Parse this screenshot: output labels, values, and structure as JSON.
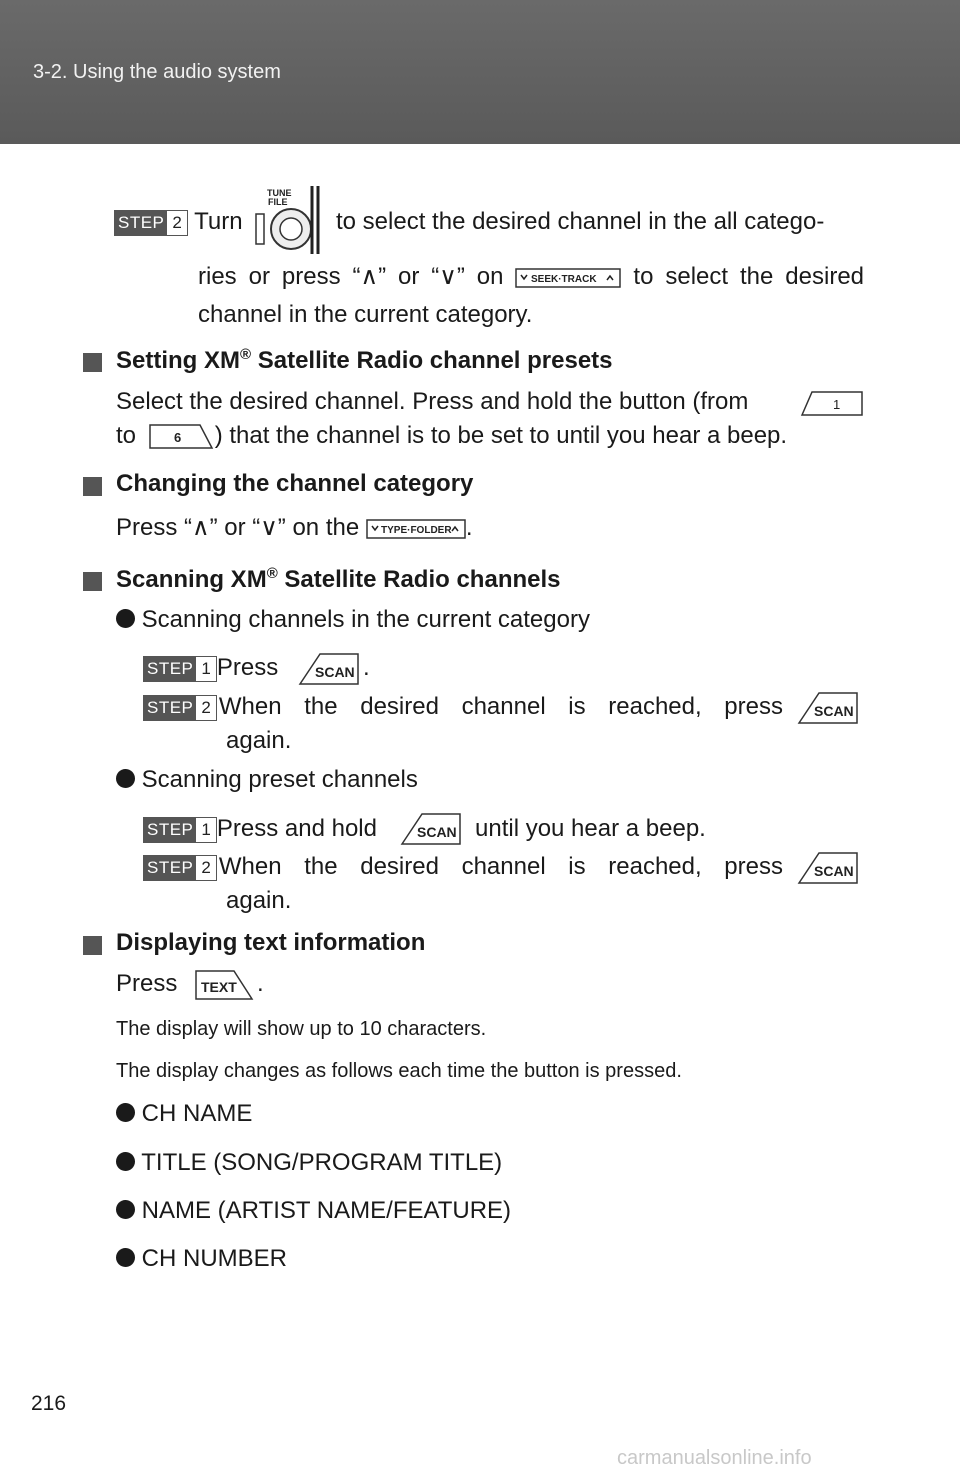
{
  "header": {
    "section": "3-2. Using the audio system"
  },
  "steps": {
    "s2_word": "STEP",
    "s2_num": "2",
    "s1_word": "STEP",
    "s1_num": "1"
  },
  "icons": {
    "tune_file": "TUNE\nFILE",
    "seek_track": "SEEK·TRACK",
    "preset_1": "1",
    "preset_6": "6",
    "type_folder": "TYPE·FOLDER",
    "scan": "SCAN",
    "text": "TEXT"
  },
  "intro": {
    "turn": "Turn",
    "line1_rest": "to select the desired channel in the all catego-",
    "line2_a": "ries or press “∧” or “∨” on",
    "line2_b": "to select the desired",
    "line3": "channel in the current category."
  },
  "presets": {
    "heading_a": "Setting XM",
    "reg": "®",
    "heading_b": " Satellite Radio channel presets",
    "line1": "Select the desired channel. Press and hold the button (from",
    "line2_a": "to",
    "line2_b": ") that the channel is to be set to until you hear a beep."
  },
  "category": {
    "heading": "Changing the channel category",
    "line_a": "Press “∧” or “∨” on the",
    "line_b": "."
  },
  "scanning": {
    "heading_a": "Scanning XM",
    "reg": "®",
    "heading_b": " Satellite Radio channels",
    "bullet1": "Scanning channels in the current category",
    "b1_s1_a": "Press",
    "b1_s1_b": ".",
    "b1_s2": "When the desired channel is reached, press",
    "again": "again.",
    "bullet2": "Scanning preset channels",
    "b2_s1_a": "Press and hold",
    "b2_s1_b": "until you hear a beep.",
    "b2_s2": "When the desired channel is reached, press"
  },
  "textinfo": {
    "heading": "Displaying text information",
    "press": "Press",
    "period": ".",
    "note1": "The display will show up to 10 characters.",
    "note2": "The display changes as follows each time the button is pressed.",
    "items": [
      "CH NAME",
      "TITLE (SONG/PROGRAM TITLE)",
      "NAME (ARTIST NAME/FEATURE)",
      "CH NUMBER"
    ]
  },
  "footer": {
    "page": "216",
    "watermark": "carmanualsonline.info"
  }
}
